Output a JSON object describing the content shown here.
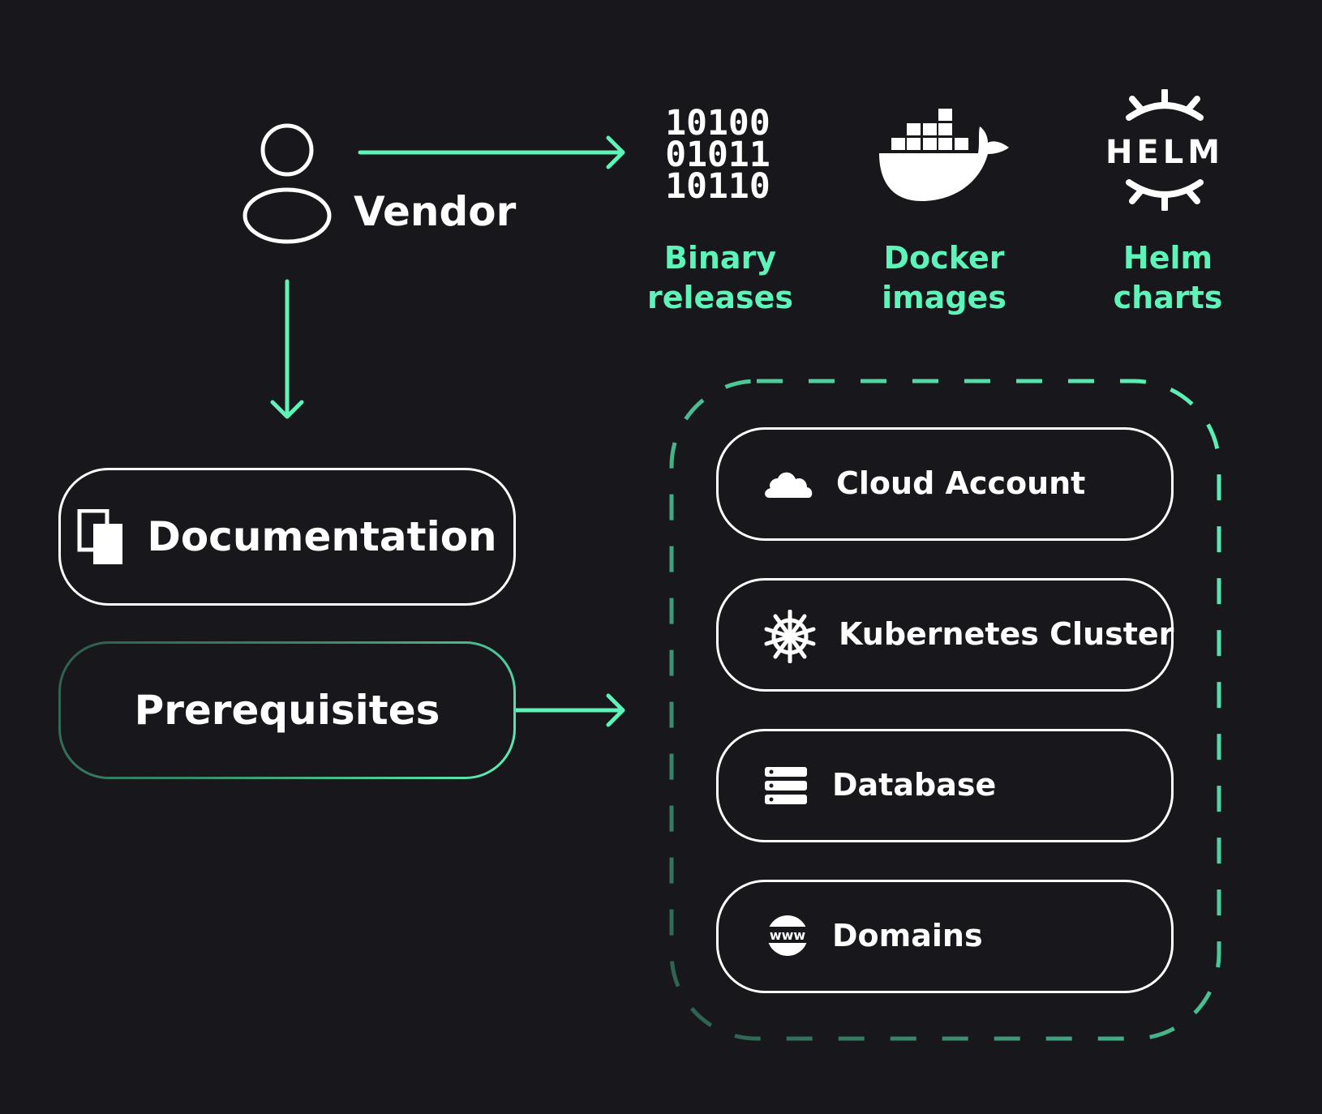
{
  "vendor": {
    "label": "Vendor",
    "icon": "user-icon"
  },
  "artifacts": [
    {
      "label_line1": "Binary",
      "label_line2": "releases",
      "icon": "binary-icon",
      "binary_lines": "10100\n01011\n10110"
    },
    {
      "label_line1": "Docker",
      "label_line2": "images",
      "icon": "docker-whale-icon"
    },
    {
      "label_line1": "Helm",
      "label_line2": "charts",
      "icon": "helm-wheel-icon",
      "icon_text": "HELM"
    }
  ],
  "documentation": {
    "label": "Documentation",
    "icon": "documents-icon"
  },
  "prerequisites": {
    "label": "Prerequisites",
    "items": [
      {
        "label": "Cloud Account",
        "icon": "cloud-icon"
      },
      {
        "label": "Kubernetes Cluster",
        "icon": "kubernetes-wheel-icon"
      },
      {
        "label": "Database",
        "icon": "database-icon"
      },
      {
        "label": "Domains",
        "icon": "www-globe-icon",
        "icon_text": "www"
      }
    ]
  },
  "colors": {
    "background": "#17171c",
    "accent": "#5ef3b8",
    "foreground": "#ffffff"
  }
}
